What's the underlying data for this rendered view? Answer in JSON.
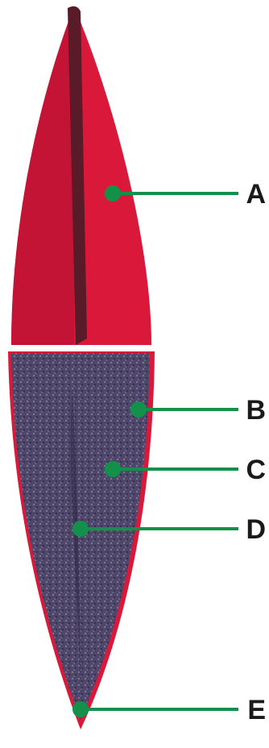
{
  "diagram": {
    "colors": {
      "outer_red": "#d9183a",
      "outer_red_dark": "#b01233",
      "inner_purple": "#4e476a",
      "inner_purple_dark": "#2f2944",
      "midrib": "#5a1b28",
      "leader": "#13914a",
      "label_text": "#1a1a1a"
    },
    "labels": [
      {
        "id": "A",
        "text": "A"
      },
      {
        "id": "B",
        "text": "B"
      },
      {
        "id": "C",
        "text": "C"
      },
      {
        "id": "D",
        "text": "D"
      },
      {
        "id": "E",
        "text": "E"
      }
    ]
  }
}
